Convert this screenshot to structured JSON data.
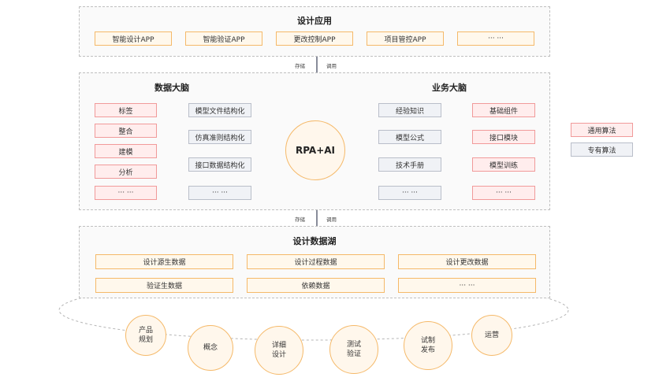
{
  "design_apps": {
    "title": "设计应用",
    "items": [
      "智能设计APP",
      "智能验证APP",
      "更改控制APP",
      "项目管控APP",
      "··· ···"
    ]
  },
  "connector_top": {
    "left": "存储",
    "right": "调用"
  },
  "connector_bottom": {
    "left": "存储",
    "right": "调用"
  },
  "data_brain": {
    "title": "数据大脑",
    "red_items": [
      "标签",
      "整合",
      "建模",
      "分析",
      "··· ···"
    ],
    "gray_items": [
      "模型文件结构化",
      "仿真准则结构化",
      "接口数据结构化",
      "··· ···"
    ]
  },
  "center": {
    "label": "RPA+AI"
  },
  "business_brain": {
    "title": "业务大脑",
    "gray_items": [
      "经验知识",
      "模型公式",
      "技术手册",
      "··· ···"
    ],
    "red_items": [
      "基础组件",
      "接口模块",
      "模型训练",
      "··· ···"
    ]
  },
  "legend": {
    "general": "通用算法",
    "special": "专有算法"
  },
  "data_lake": {
    "title": "设计数据湖",
    "row1": [
      "设计源生数据",
      "设计过程数据",
      "设计更改数据"
    ],
    "row2": [
      "验证生数据",
      "依赖数据",
      "··· ···"
    ]
  },
  "lifecycle": [
    {
      "line1": "产品",
      "line2": "规划"
    },
    {
      "line1": "概念",
      "line2": ""
    },
    {
      "line1": "详细",
      "line2": "设计"
    },
    {
      "line1": "测试",
      "line2": "验证"
    },
    {
      "line1": "试制",
      "line2": "发布"
    },
    {
      "line1": "运营",
      "line2": ""
    }
  ],
  "colors": {
    "orange_border": "#f5b969",
    "red_border": "#f19a9a",
    "gray_border": "#b9bec9",
    "arrow": "#555a6e"
  }
}
